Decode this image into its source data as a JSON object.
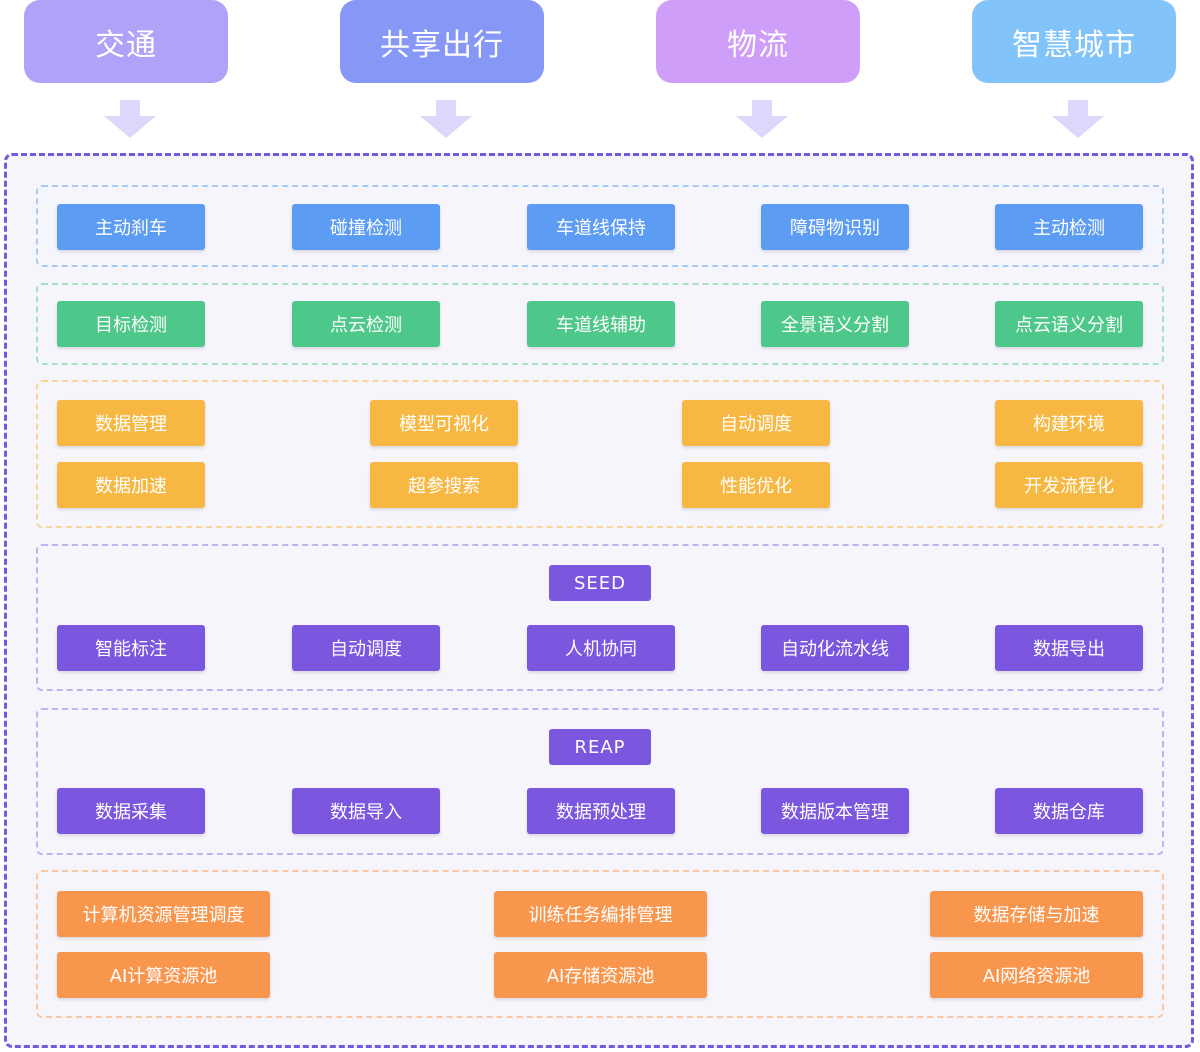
{
  "top_row": {
    "boxes": [
      {
        "label": "交通",
        "color": "#b0a2f8"
      },
      {
        "label": "共享出行",
        "color": "#8797f6"
      },
      {
        "label": "物流",
        "color": "#cf9ef9"
      },
      {
        "label": "智慧城市",
        "color": "#82c3fa"
      }
    ]
  },
  "layers": {
    "perception": {
      "color": "#a9ccf5",
      "items": [
        "主动刹车",
        "碰撞检测",
        "车道线保持",
        "障碍物识别",
        "主动检测"
      ]
    },
    "detection": {
      "color": "#a6e2c2",
      "items": [
        "目标检测",
        "点云检测",
        "车道线辅助",
        "全景语义分割",
        "点云语义分割"
      ]
    },
    "tools": {
      "color": "#fad49a",
      "row1": [
        "数据管理",
        "模型可视化",
        "自动调度",
        "构建环境"
      ],
      "row2": [
        "数据加速",
        "超参搜索",
        "性能优化",
        "开发流程化"
      ]
    },
    "seed": {
      "color": "#c0b2ee",
      "title": "SEED",
      "items": [
        "智能标注",
        "自动调度",
        "人机协同",
        "自动化流水线",
        "数据导出"
      ]
    },
    "reap": {
      "color": "#c0b2ee",
      "title": "REAP",
      "items": [
        "数据采集",
        "数据导入",
        "数据预处理",
        "数据版本管理",
        "数据仓库"
      ]
    },
    "infra": {
      "color": "#fbc6a2",
      "row1": [
        "计算机资源管理调度",
        "训练任务编排管理",
        "数据存储与加速"
      ],
      "row2": [
        "AI计算资源池",
        "AI存储资源池",
        "AI网络资源池"
      ]
    }
  }
}
